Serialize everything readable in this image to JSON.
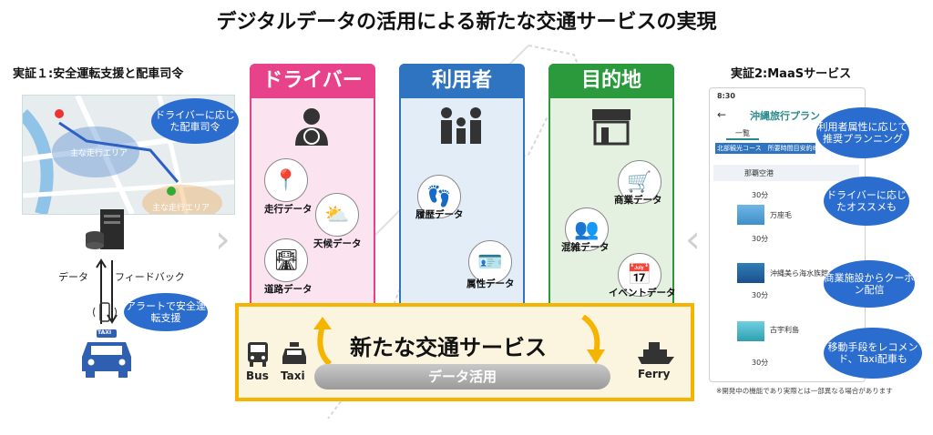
{
  "title": "デジタルデータの活用による新たな交通サービスの実現",
  "left": {
    "section_title": "実証１:安全運転支援と配車司令",
    "map_area_1": "主な走行エリア",
    "map_area_2": "主な走行エリア",
    "bubble_dispatch": "ドライバーに応じた配車司令",
    "data_label": "データ",
    "feedback_label": "フィードバック",
    "bubble_alert": "アラートで安全運転支援",
    "taxi_sign": "TAXI"
  },
  "columns": [
    {
      "title": "ドライバー",
      "color": "#e8438a",
      "items": [
        "走行データ",
        "天候データ",
        "道路データ"
      ]
    },
    {
      "title": "利用者",
      "color": "#2f74c0",
      "items": [
        "履歴データ",
        "属性データ"
      ]
    },
    {
      "title": "目的地",
      "color": "#2a9a3c",
      "items": [
        "商業データ",
        "混雑データ",
        "イベントデータ"
      ]
    }
  ],
  "service": {
    "title": "新たな交通サービス",
    "data_bar": "データ活用",
    "bus": "Bus",
    "taxi": "Taxi",
    "ferry": "Ferry"
  },
  "right": {
    "section_title": "実証2:MaaSサービス",
    "phone_time": "8:30",
    "phone_title": "沖縄旅行プラン",
    "tab": "一覧",
    "course": "北部観光コース　所要時間目安約8時間",
    "stops": [
      "那覇空港",
      "万座毛",
      "沖縄美ら海水族館",
      "古宇利島"
    ],
    "durations": [
      "30分",
      "30分",
      "30分",
      "30分"
    ],
    "bubbles": [
      "利用者属性に応じて推奨プランニング",
      "ドライバーに応じたオススメも",
      "商業施設からクーポン配信",
      "移動手段をレコメンド、Taxi配車も"
    ],
    "note": "※開発中の機能であり実際とは一部異なる場合があります"
  }
}
